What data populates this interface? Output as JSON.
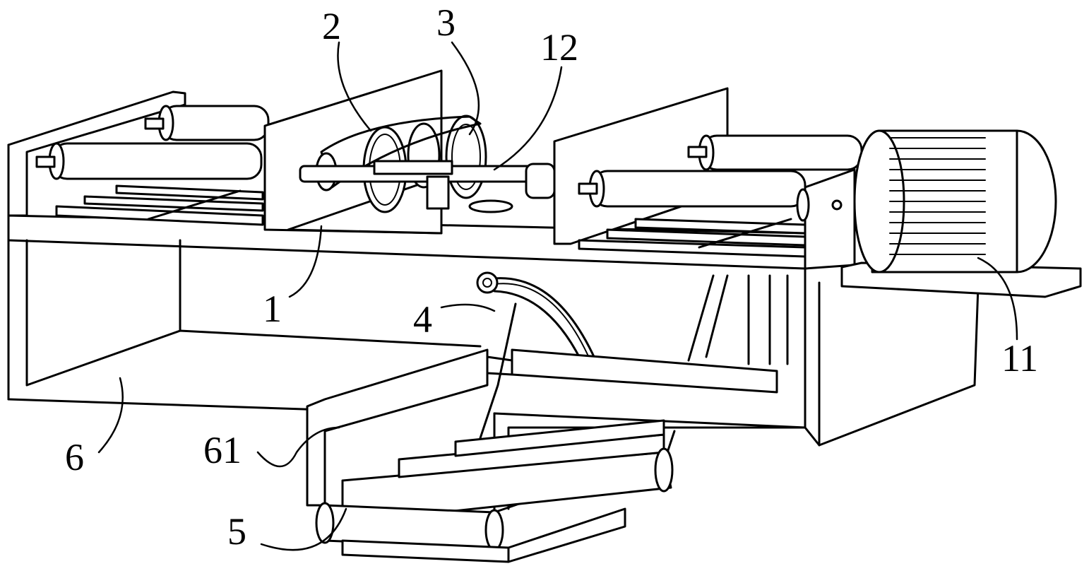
{
  "labels": {
    "part_1": "1",
    "part_2": "2",
    "part_3": "3",
    "part_4": "4",
    "part_5": "5",
    "part_6": "6",
    "part_61": "61",
    "part_11": "11",
    "part_12": "12"
  },
  "colors": {
    "line": "#000000",
    "background": "#ffffff"
  }
}
